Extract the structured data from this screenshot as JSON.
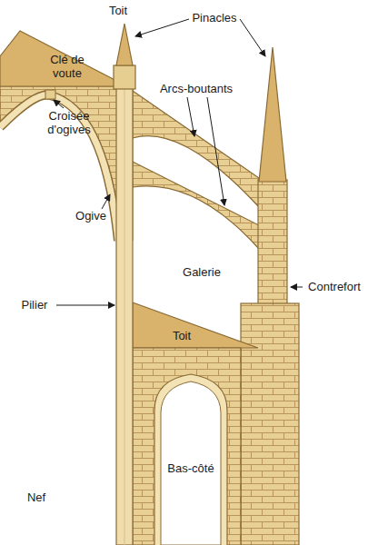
{
  "diagram": {
    "labels": [
      "Toit",
      "Clé de voute",
      "Pinacles",
      "Arcs-boutants",
      "Croisée d'ogives",
      "Ogive",
      "Galerie",
      "Contrefort",
      "Pilier",
      "Toit",
      "Bas-côté",
      "Nef"
    ]
  }
}
